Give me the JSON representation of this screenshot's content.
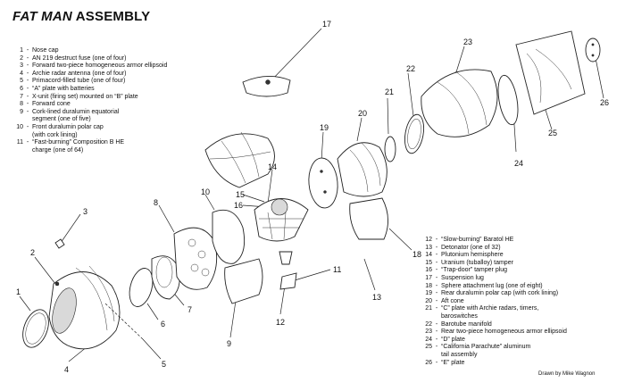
{
  "title": {
    "italic_part": "FAT MAN",
    "rest": " ASSEMBLY"
  },
  "legend_left": [
    {
      "num": "1",
      "text": "Nose cap"
    },
    {
      "num": "2",
      "text": "AN 219 destruct fuse (one of four)"
    },
    {
      "num": "3",
      "text": "Forward two-piece homogeneous armor ellipsoid"
    },
    {
      "num": "4",
      "text": "Archie radar antenna (one of four)"
    },
    {
      "num": "5",
      "text": "Primacord-filled tube (one of four)"
    },
    {
      "num": "6",
      "text": "“A” plate with batteries"
    },
    {
      "num": "7",
      "text": "X-unit (firing set) mounted on “B” plate"
    },
    {
      "num": "8",
      "text": "Forward cone"
    },
    {
      "num": "9",
      "text": "Cork-lined duralumin equatorial"
    },
    {
      "num": "",
      "text": "segment (one of five)"
    },
    {
      "num": "10",
      "text": "Front duralumin polar cap"
    },
    {
      "num": "",
      "text": "(with cork lining)"
    },
    {
      "num": "11",
      "text": "“Fast-burning” Composition B HE"
    },
    {
      "num": "",
      "text": "charge (one of 64)"
    }
  ],
  "legend_right": [
    {
      "num": "12",
      "text": "“Slow-burning” Baratol HE"
    },
    {
      "num": "13",
      "text": "Detonator (one of 32)"
    },
    {
      "num": "14",
      "text": "Plutonium hemisphere"
    },
    {
      "num": "15",
      "text": "Uranium (tuballoy) tamper"
    },
    {
      "num": "16",
      "text": "“Trap-door” tamper plug"
    },
    {
      "num": "17",
      "text": "Suspension lug"
    },
    {
      "num": "18",
      "text": "Sphere attachment lug (one of eight)"
    },
    {
      "num": "19",
      "text": "Rear duralumin polar cap (with cork lining)"
    },
    {
      "num": "20",
      "text": "Aft cone"
    },
    {
      "num": "21",
      "text": "“C” plate with Archie radars, timers,"
    },
    {
      "num": "",
      "text": "baroswitches"
    },
    {
      "num": "22",
      "text": "Barotube manifold"
    },
    {
      "num": "23",
      "text": "Rear two-piece homogeneous armor ellipsoid"
    },
    {
      "num": "24",
      "text": "“D” plate"
    },
    {
      "num": "25",
      "text": "“California Parachute” aluminum"
    },
    {
      "num": "",
      "text": "tail assembly"
    },
    {
      "num": "26",
      "text": "“E” plate"
    }
  ],
  "callouts": [
    "1",
    "2",
    "3",
    "4",
    "5",
    "6",
    "7",
    "8",
    "9",
    "10",
    "11",
    "12",
    "13",
    "14",
    "15",
    "16",
    "17",
    "18",
    "19",
    "20",
    "21",
    "22",
    "23",
    "24",
    "25",
    "26"
  ],
  "credit": "Drawn by Mike Wagnon"
}
